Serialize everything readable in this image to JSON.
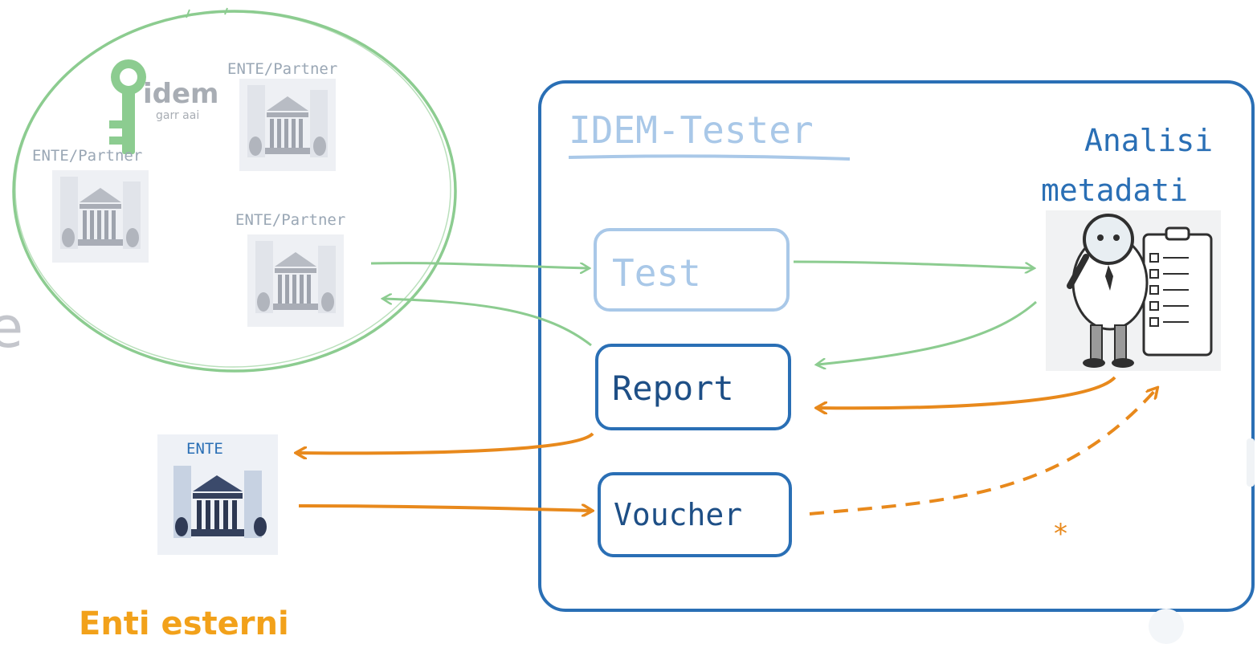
{
  "federation": {
    "logo_text": "idem",
    "logo_subtext": "garr aai",
    "partners": [
      {
        "label": "ENTE/Partner"
      },
      {
        "label": "ENTE/Partner"
      },
      {
        "label": "ENTE/Partner"
      }
    ]
  },
  "external": {
    "entity_label": "ENTE",
    "section_title": "Enti esterni"
  },
  "tester": {
    "title": "IDEM-Tester",
    "buttons": {
      "test": "Test",
      "report": "Report",
      "voucher": "Voucher"
    }
  },
  "analysis": {
    "line1": "Analisi",
    "line2": "metadati",
    "footnote": "*"
  },
  "colors": {
    "green": "#8ccc90",
    "blue": "#2a6fb5",
    "light_blue": "#a9c8e8",
    "orange": "#e8891c",
    "title_orange": "#f2a11a",
    "gray_text": "#9aa7b5"
  }
}
